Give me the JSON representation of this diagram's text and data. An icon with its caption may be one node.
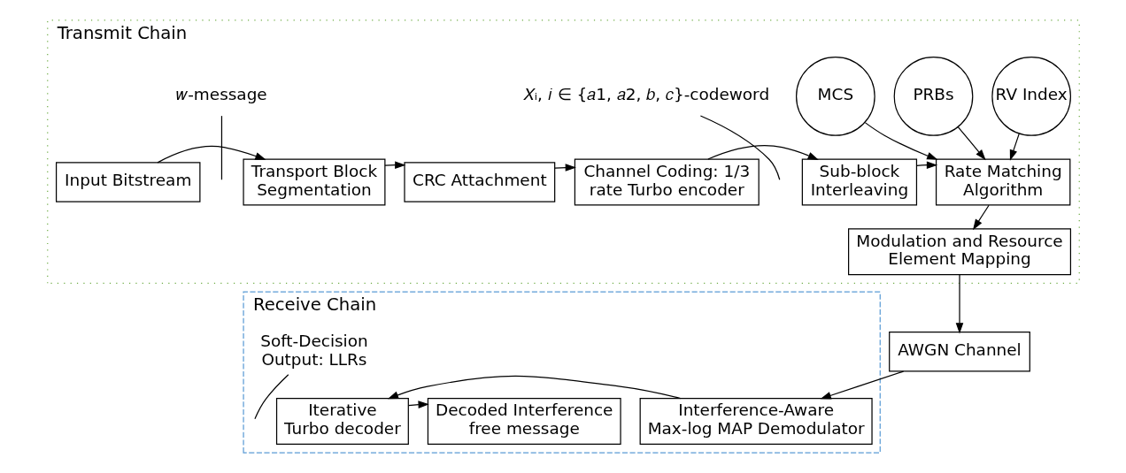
{
  "diagram": {
    "nodes": [
      {
        "text": [
          "Transmit Chain"
        ]
      },
      {
        "text": [
          "Input Bitstream"
        ],
        "in": 0
      },
      {
        "text": [
          "𝑤-message"
        ],
        "in": 0
      },
      {
        "text": [
          "Transport Block Segmentation"
        ],
        "in": 0
      },
      {
        "text": [
          "CRC Attachment"
        ],
        "in": 0
      },
      {
        "text": [
          "Channel Coding: 1/3 rate Turbo encoder"
        ],
        "in": 0
      },
      {
        "text": [
          "𝑋ᵢ, 𝑖 ∈ {𝑎1, 𝑎2, 𝑏, 𝑐}-codeword"
        ],
        "in": 0
      },
      {
        "text": [
          "Sub-block Interleaving"
        ],
        "in": 0
      },
      {
        "text": [
          "MCS"
        ],
        "in": 0
      },
      {
        "text": [
          "PRBs"
        ],
        "in": 0
      },
      {
        "text": [
          "RV Index"
        ],
        "in": 0
      },
      {
        "text": [
          "Rate Matching Algorithm"
        ],
        "in": 0
      },
      {
        "text": [
          "Modulation and Resource Element Mapping"
        ],
        "in": 0
      },
      {
        "text": [
          "Receive Chain"
        ]
      },
      {
        "text": [
          "AWGN Channel"
        ]
      },
      {
        "text": [
          "Interference-Aware Max-log MAP Demodulator"
        ],
        "in": 13
      },
      {
        "text": [
          "Iterative Turbo decoder"
        ],
        "in": 13
      },
      {
        "text": [
          "Soft-Decision Output: LLRs"
        ],
        "in": 13
      },
      {
        "text": [
          "Decoded Interference free message"
        ],
        "in": 13
      }
    ],
    "edges": [
      {
        "from": 1,
        "to": 3,
        "arrow": "to"
      },
      {
        "from": 2,
        "to": null,
        "arrow": "none"
      },
      {
        "from": 3,
        "to": 4,
        "arrow": "to"
      },
      {
        "from": 4,
        "to": 5,
        "arrow": "to"
      },
      {
        "from": 5,
        "to": 7,
        "arrow": "to"
      },
      {
        "from": 6,
        "to": null,
        "arrow": "none"
      },
      {
        "from": 7,
        "to": 11,
        "arrow": "to"
      },
      {
        "from": 8,
        "to": 11,
        "arrow": "to"
      },
      {
        "from": 9,
        "to": 11,
        "arrow": "to"
      },
      {
        "from": 10,
        "to": 11,
        "arrow": "to"
      },
      {
        "from": 11,
        "to": 12,
        "arrow": "to"
      },
      {
        "from": 12,
        "to": 14,
        "arrow": "to"
      },
      {
        "from": 14,
        "to": 15,
        "arrow": "to"
      },
      {
        "from": 15,
        "to": 16,
        "arrow": "to"
      },
      {
        "from": 17,
        "to": null,
        "arrow": "none"
      },
      {
        "from": 16,
        "to": 18,
        "arrow": "to"
      }
    ]
  }
}
